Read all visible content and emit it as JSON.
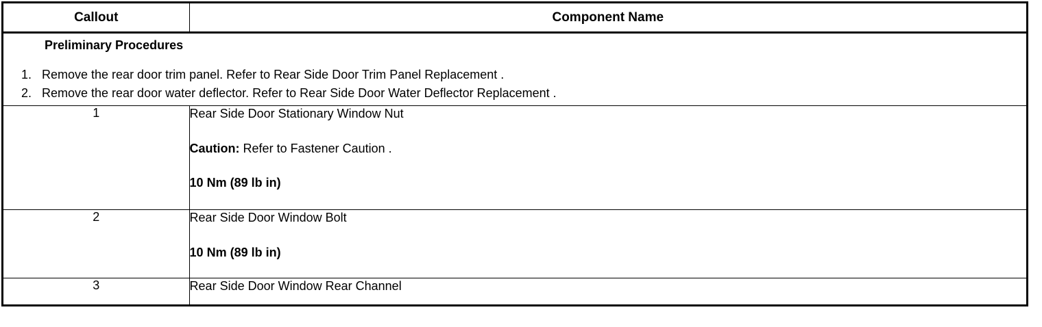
{
  "table": {
    "headers": {
      "callout": "Callout",
      "component_name": "Component Name"
    },
    "preliminary": {
      "title": "Preliminary Procedures",
      "steps": [
        {
          "num": "1.",
          "text": "Remove the rear door trim panel. Refer to Rear Side Door Trim Panel Replacement ."
        },
        {
          "num": "2.",
          "text": "Remove the rear door water deflector. Refer to Rear Side Door Water Deflector Replacement ."
        }
      ]
    },
    "rows": [
      {
        "callout": "1",
        "name": "Rear Side Door Stationary Window Nut",
        "caution_label": "Caution:",
        "caution_text": "Refer to Fastener Caution .",
        "torque": "10 Nm (89 lb in)"
      },
      {
        "callout": "2",
        "name": "Rear Side Door Window Bolt",
        "torque": "10 Nm (89 lb in)"
      },
      {
        "callout": "3",
        "name": "Rear Side Door Window Rear Channel"
      }
    ]
  },
  "colors": {
    "border": "#000000",
    "text": "#000000",
    "background": "#ffffff"
  }
}
